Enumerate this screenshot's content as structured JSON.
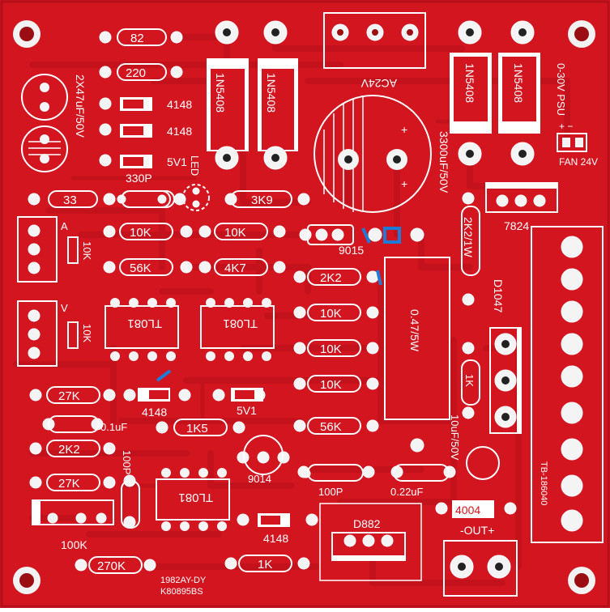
{
  "pcb": {
    "board_color": "#d31520",
    "trace_color": "#c4121c",
    "silk_color": "#ffffff",
    "mark_color": "#1f7bd8",
    "labels": {
      "r82": "82",
      "r220": "220",
      "cap2x": "2X47uF/50V",
      "d4148a": "4148",
      "d4148b": "4148",
      "z5v1a": "5V1",
      "c330p": "330P",
      "led": "LED",
      "d1n5408a": "1N5408",
      "d1n5408b": "1N5408",
      "ac24v": "AC24V",
      "d1n5408c": "1N5408",
      "d1n5408d": "1N5408",
      "psu": "0-30V PSU",
      "fan": "FAN 24V",
      "c3300": "3300uF/50V",
      "r33": "33",
      "r3k9": "3K9",
      "r10ka": "10K",
      "r10kb": "10K",
      "q9015": "9015",
      "r2k2w": "2K2/1W",
      "u7824": "7824",
      "potA": "A",
      "potA10k": "10K",
      "r56k": "56K",
      "r4k7": "4K7",
      "r2k2": "2K2",
      "d1047": "D1047",
      "potV": "V",
      "potV10k": "10K",
      "ic1": "TL081",
      "ic2": "TL081",
      "r10kc": "10K",
      "r10kd": "10K",
      "r047": "0.47/5W",
      "r27k": "27K",
      "d4148c": "4148",
      "z5v1b": "5V1",
      "r10ke": "10K",
      "r1ka": "1K",
      "c01": "0.1uF",
      "r1k5": "1K5",
      "r56kb": "56K",
      "c10u": "10uF/50V",
      "r2k2b": "2K2",
      "q9014": "9014",
      "c100pa": "100P",
      "r27kb": "27K",
      "ic3": "TL081",
      "c100pb": "100P",
      "c022": "0.22uF",
      "tb": "TB-186040",
      "d4004": "4004",
      "out": "-OUT+",
      "r100k": "100K",
      "d4148d": "4148",
      "q882": "D882",
      "r270k": "270K",
      "r1kb": "1K",
      "ver": "1982AY-DY",
      "serial": "K80895BS"
    }
  }
}
